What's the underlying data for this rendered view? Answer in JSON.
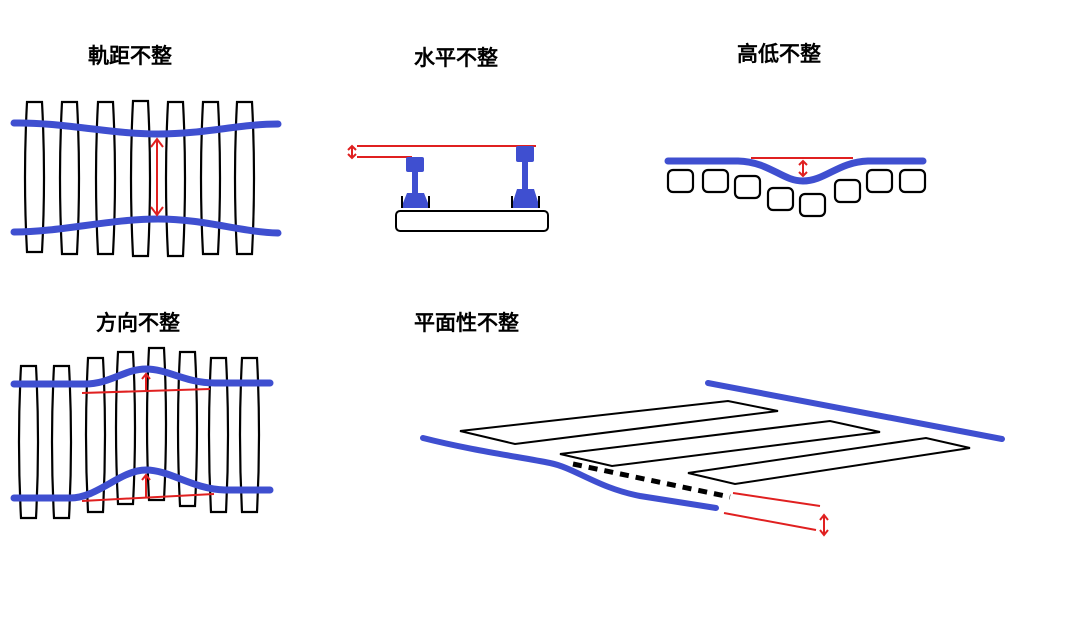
{
  "labels": {
    "gauge": "軌距不整",
    "level": "水平不整",
    "vertical": "高低不整",
    "alignment": "方向不整",
    "twist": "平面性不整"
  },
  "colors": {
    "rail": "#3f4fd0",
    "marker": "#e02020",
    "outline": "#000000"
  }
}
